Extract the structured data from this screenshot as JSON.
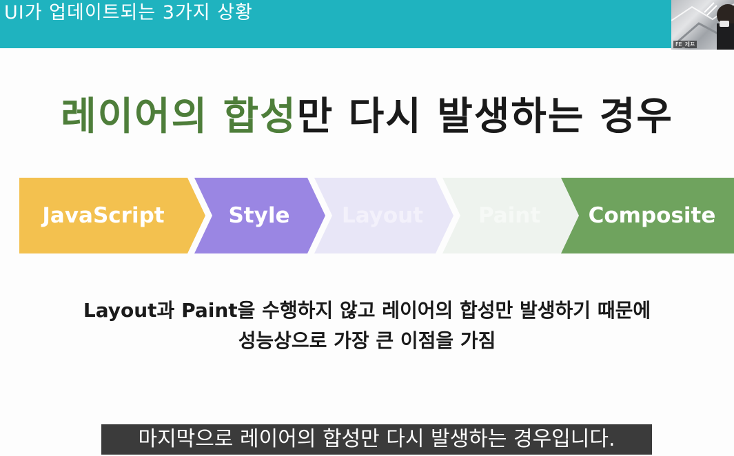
{
  "header": {
    "title": "UI가 업데이트되는 3가지 상황"
  },
  "webcam": {
    "name_label": "FE_제프"
  },
  "slide": {
    "heading_highlight": "레이어의 합성",
    "heading_rest": "만 다시 발생하는 경우",
    "pipeline": [
      {
        "label": "JavaScript",
        "color": "#f3c14f",
        "faded": false
      },
      {
        "label": "Style",
        "color": "#9a86e3",
        "faded": false
      },
      {
        "label": "Layout",
        "color": "#e8e6f7",
        "faded": true
      },
      {
        "label": "Paint",
        "color": "#eef3ee",
        "faded": true
      },
      {
        "label": "Composite",
        "color": "#6fa35e",
        "faded": false
      }
    ],
    "body_line_1": "Layout과 Paint을 수행하지 않고 레이어의 합성만 발생하기 때문에",
    "body_line_2": "성능상으로 가장 큰 이점을 가짐"
  },
  "caption": {
    "text": "마지막으로 레이어의 합성만 다시 발생하는 경우입니다."
  },
  "colors": {
    "header_bg": "#1fb3bf",
    "heading_green": "#4e7e3a",
    "caption_bg": "#3b3b3b"
  }
}
